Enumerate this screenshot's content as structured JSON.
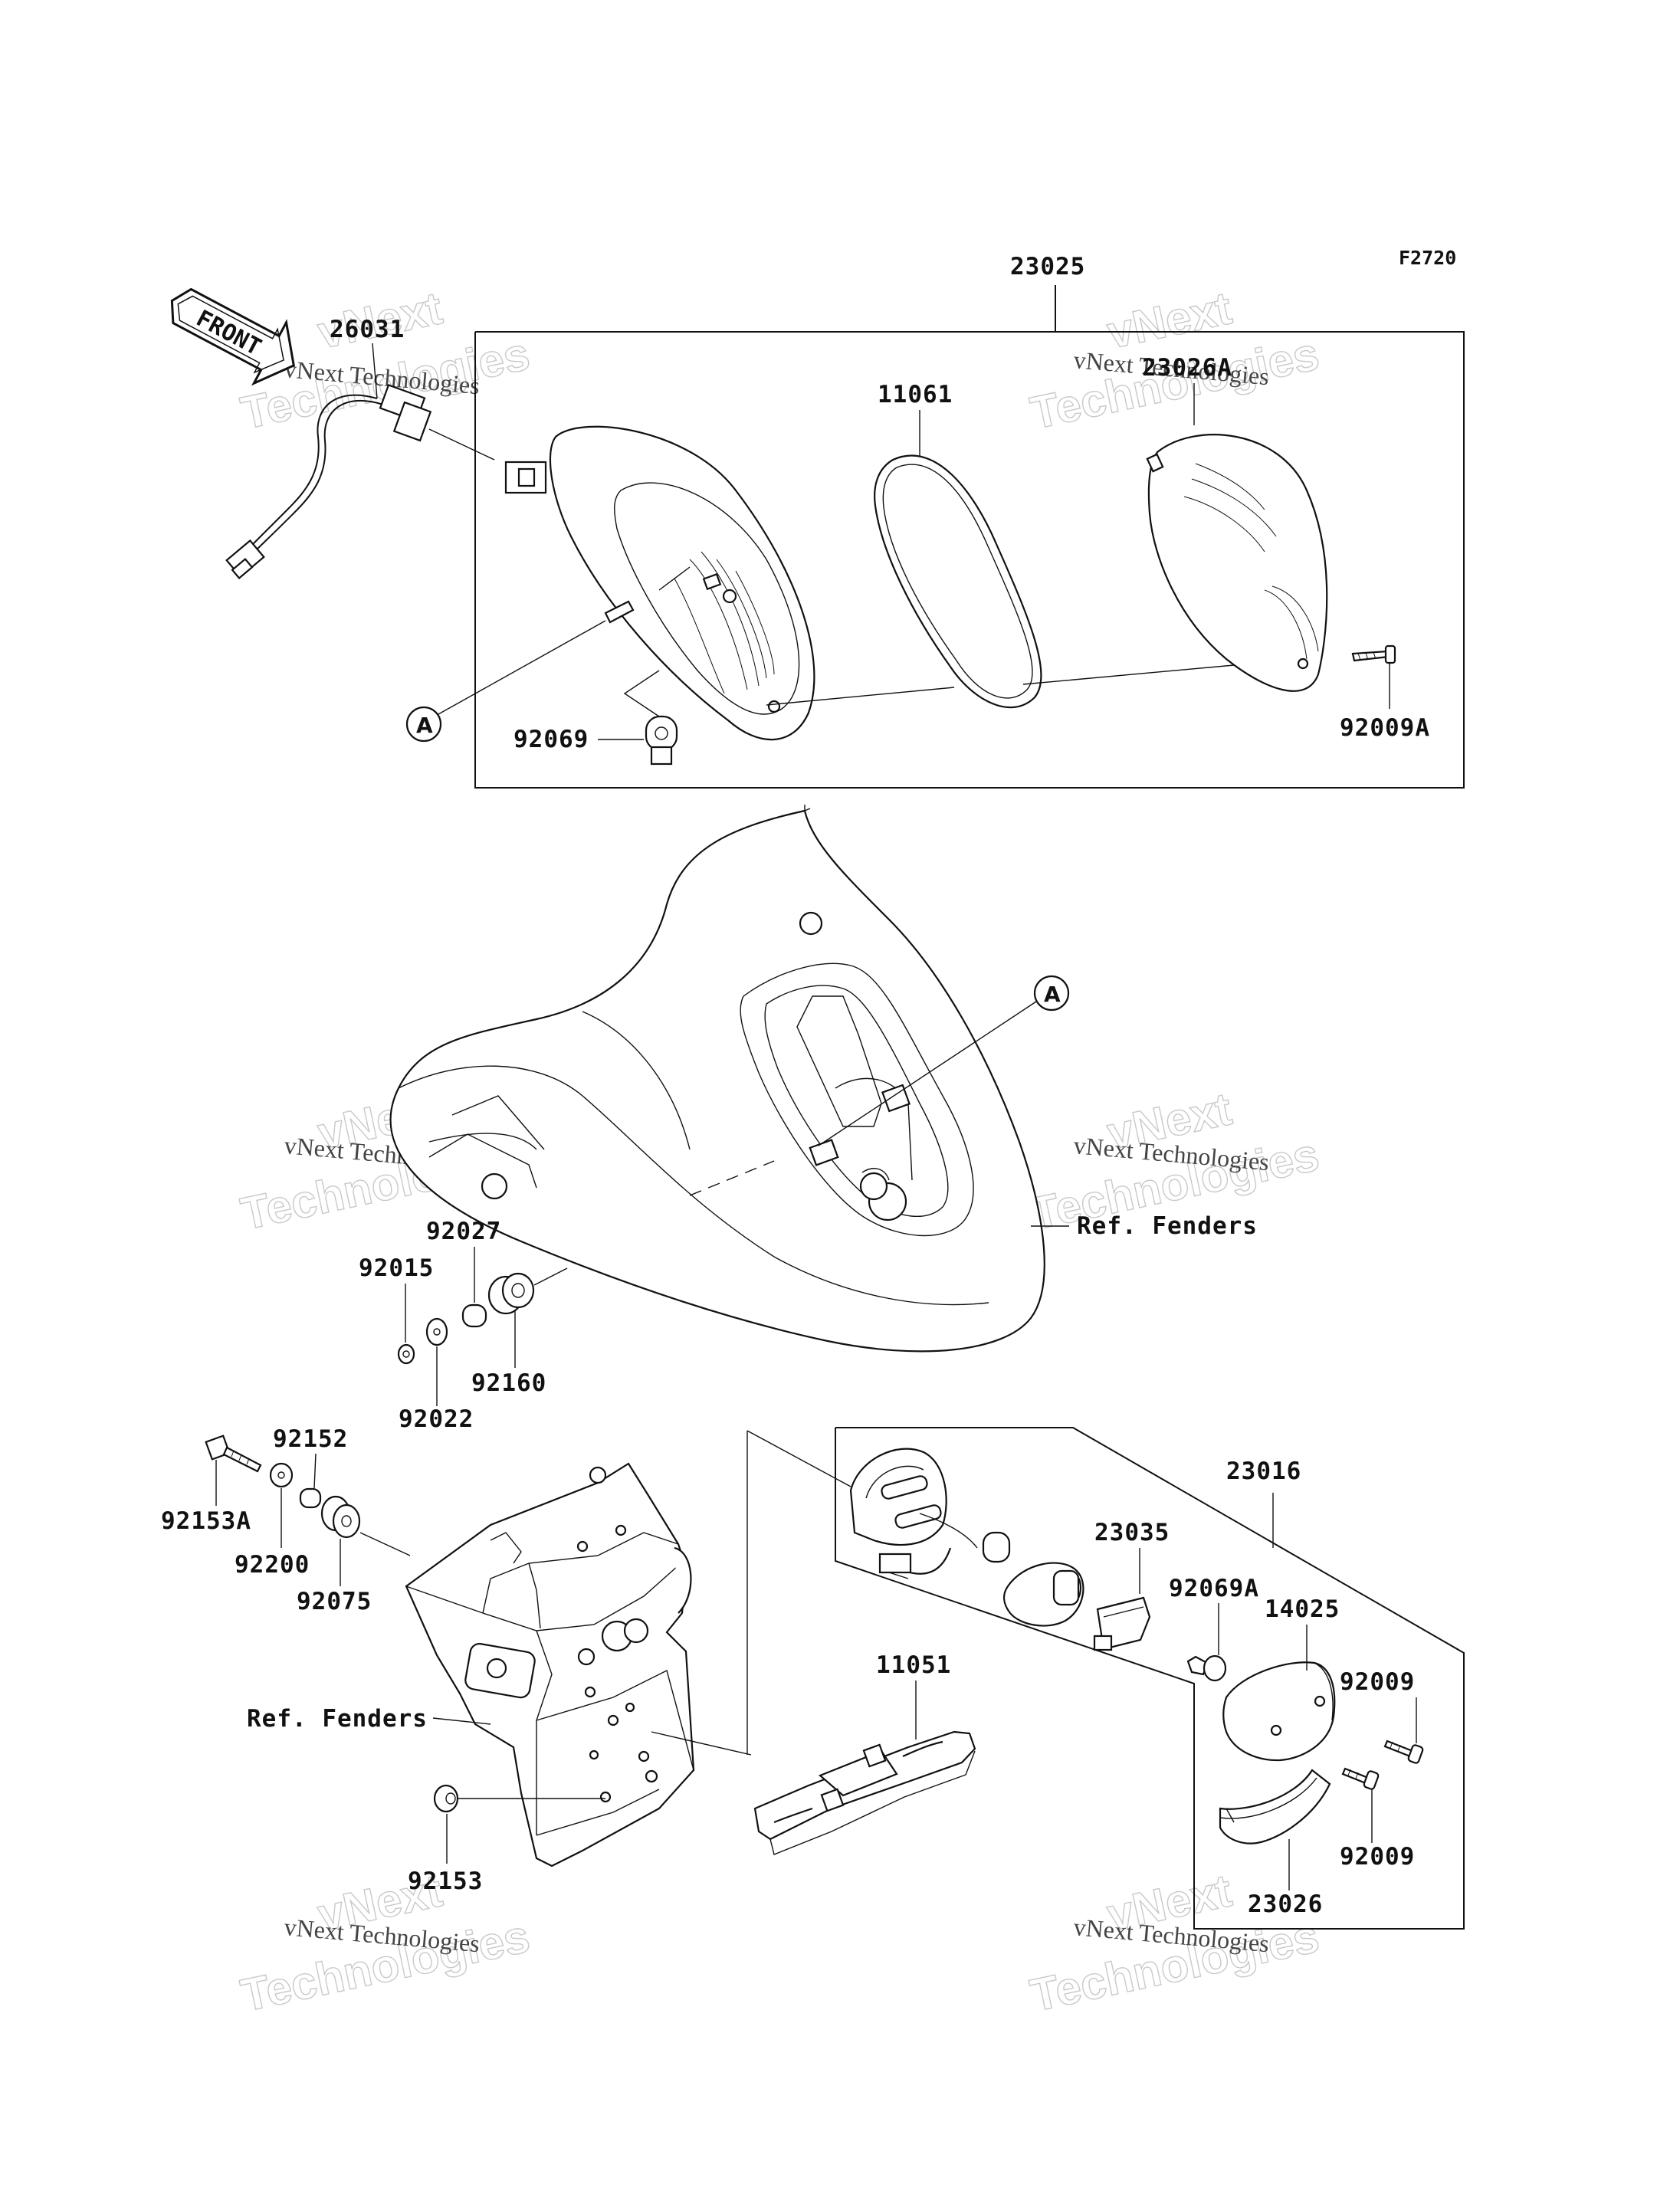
{
  "figure_code": "F2720",
  "front_arrow_label": "FRONT",
  "callout_letter": "A",
  "parts": {
    "p23025": "23025",
    "p26031": "26031",
    "p23026A": "23026A",
    "p11061": "11061",
    "p92069": "92069",
    "p92009A": "92009A",
    "p92027": "92027",
    "p92015": "92015",
    "p92160": "92160",
    "p92022": "92022",
    "p92152": "92152",
    "p92153A": "92153A",
    "p92200": "92200",
    "p92075": "92075",
    "p23016": "23016",
    "p23035": "23035",
    "p92069A": "92069A",
    "p14025": "14025",
    "p92009a": "92009",
    "p92009b": "92009",
    "p11051": "11051",
    "p92153": "92153",
    "p23026": "23026"
  },
  "references": {
    "fenders_top": "Ref. Fenders",
    "fenders_bottom": "Ref. Fenders"
  },
  "watermark": {
    "line1": "vNext",
    "line2": "Technologies",
    "caption": "vNext Technologies"
  }
}
